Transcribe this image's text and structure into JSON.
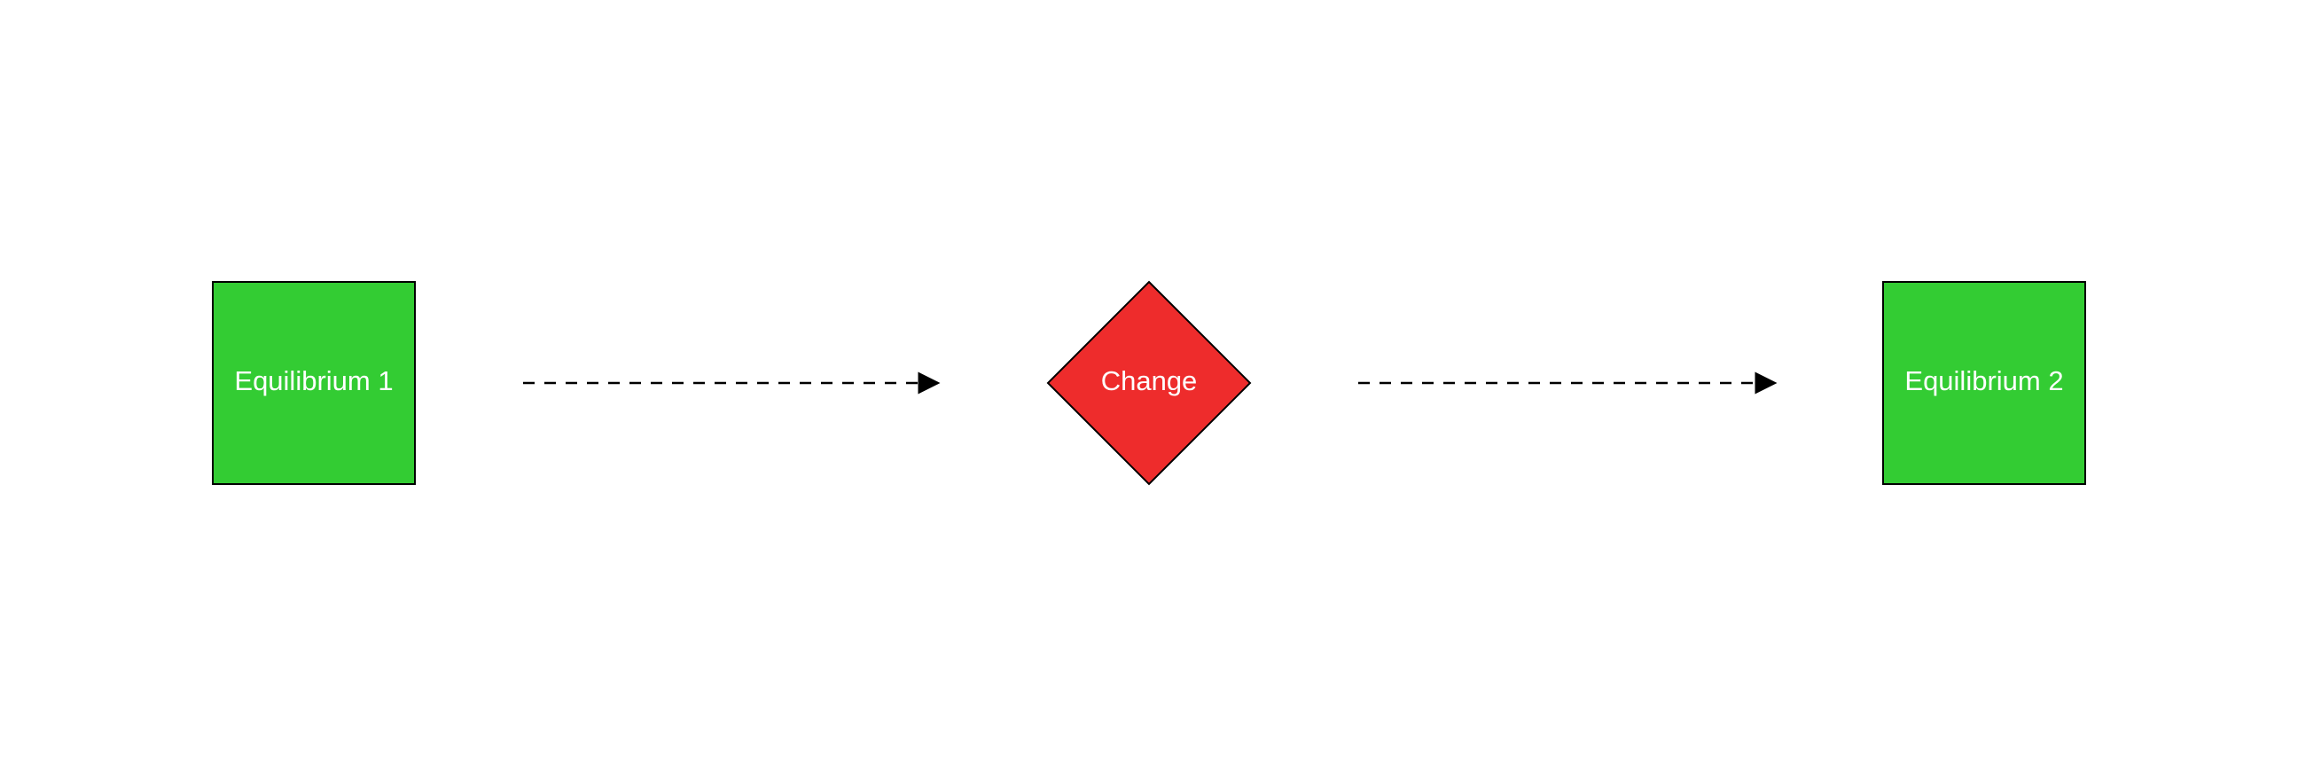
{
  "diagram": {
    "type": "flow",
    "nodes": [
      {
        "id": "eq1",
        "shape": "square",
        "label": "Equilibrium 1",
        "fill": "#33CC33"
      },
      {
        "id": "change",
        "shape": "diamond",
        "label": "Change",
        "fill": "#EE2C2C"
      },
      {
        "id": "eq2",
        "shape": "square",
        "label": "Equilibrium 2",
        "fill": "#33CC33"
      }
    ],
    "edges": [
      {
        "from": "eq1",
        "to": "change",
        "style": "dashed",
        "arrowhead": "filled"
      },
      {
        "from": "change",
        "to": "eq2",
        "style": "dashed",
        "arrowhead": "filled"
      }
    ],
    "colors": {
      "stroke": "#000000",
      "label": "#FFFFFF",
      "background": "#FFFFFF"
    }
  }
}
